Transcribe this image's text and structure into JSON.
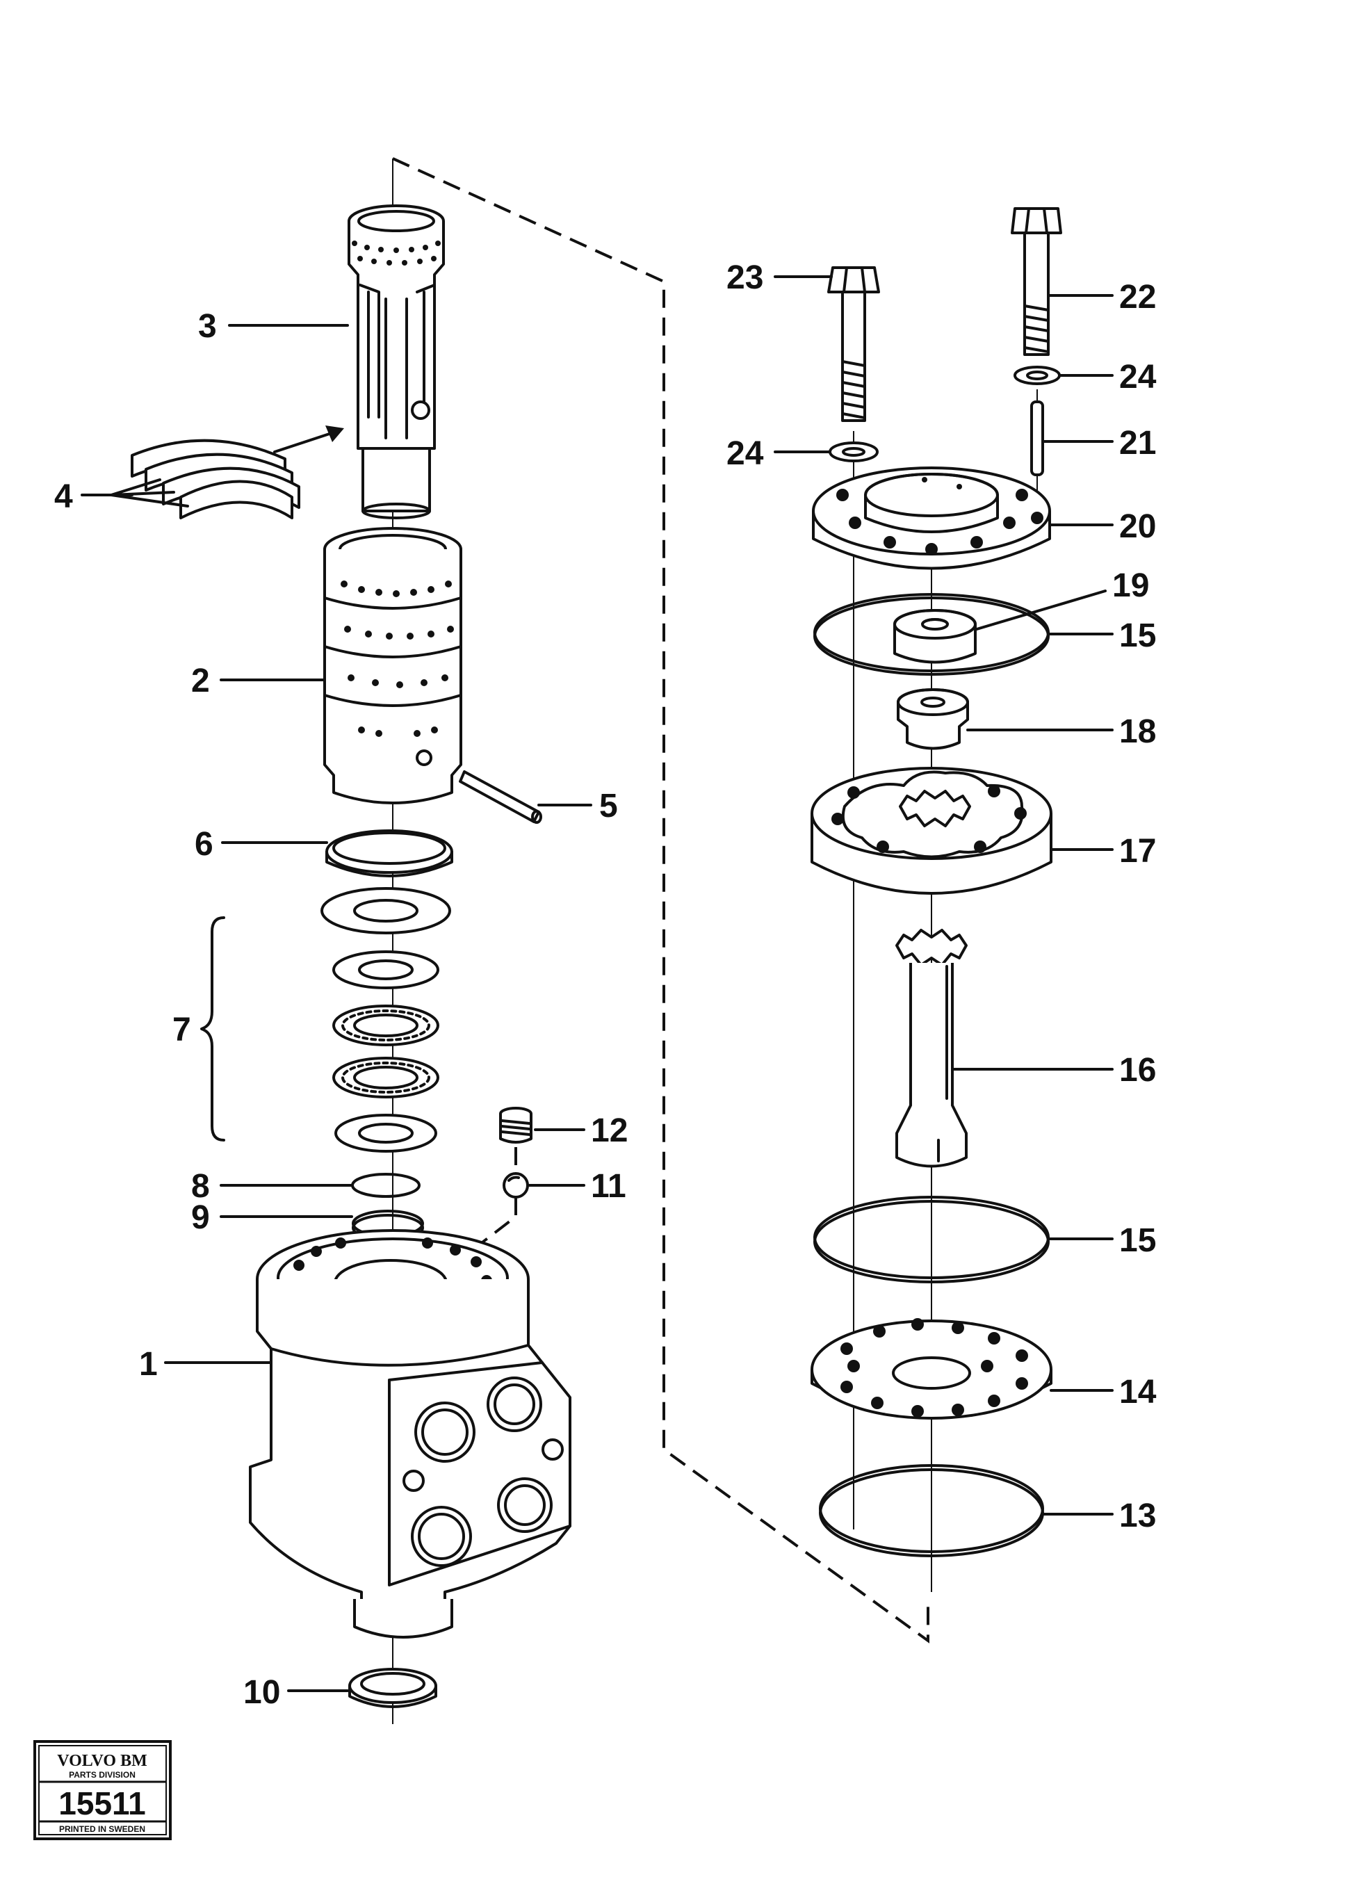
{
  "callouts": {
    "c1": "1",
    "c2": "2",
    "c3": "3",
    "c4": "4",
    "c5": "5",
    "c6": "6",
    "c7": "7",
    "c8": "8",
    "c9": "9",
    "c10": "10",
    "c11": "11",
    "c12": "12",
    "c13": "13",
    "c14": "14",
    "c15a": "15",
    "c15b": "15",
    "c16": "16",
    "c17": "17",
    "c18": "18",
    "c19": "19",
    "c20": "20",
    "c21": "21",
    "c22": "22",
    "c23": "23",
    "c24a": "24",
    "c24b": "24"
  },
  "stamp": {
    "brand": "VOLVO BM",
    "division": "PARTS DIVISION",
    "number": "15511",
    "footer": "PRINTED IN SWEDEN"
  }
}
